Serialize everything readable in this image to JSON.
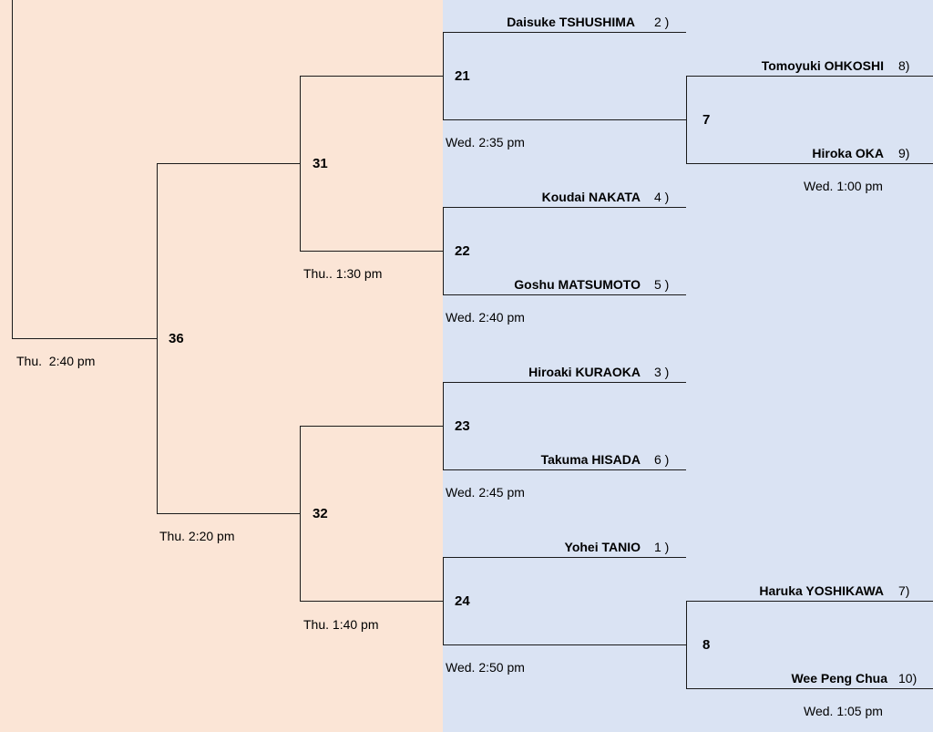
{
  "players": {
    "p1": {
      "name": "Daisuke TSHUSHIMA",
      "seed": "2 )"
    },
    "p2": {
      "name": "Tomoyuki OHKOSHI",
      "seed": "8)"
    },
    "p3": {
      "name": "Hiroka OKA",
      "seed": "9)"
    },
    "p4": {
      "name": "Koudai NAKATA",
      "seed": "4 )"
    },
    "p5": {
      "name": "Goshu MATSUMOTO",
      "seed": "5 )"
    },
    "p6": {
      "name": "Hiroaki KURAOKA",
      "seed": "3 )"
    },
    "p7": {
      "name": "Takuma HISADA",
      "seed": "6 )"
    },
    "p8": {
      "name": "Yohei TANIO",
      "seed": "1 )"
    },
    "p9": {
      "name": "Haruka YOSHIKAWA",
      "seed": "7)"
    },
    "p10": {
      "name": "Wee Peng Chua",
      "seed": "10)"
    }
  },
  "matches": {
    "m7": {
      "number": "7",
      "time": "Wed. 1:00 pm"
    },
    "m8": {
      "number": "8",
      "time": "Wed. 1:05 pm"
    },
    "m21": {
      "number": "21",
      "time": "Wed. 2:35 pm"
    },
    "m22": {
      "number": "22",
      "time": "Wed. 2:40 pm"
    },
    "m23": {
      "number": "23",
      "time": "Wed. 2:45 pm"
    },
    "m24": {
      "number": "24",
      "time": "Wed. 2:50 pm"
    },
    "m31": {
      "number": "31",
      "time": "Thu.. 1:30 pm"
    },
    "m32": {
      "number": "32",
      "time": "Thu. 1:40 pm"
    },
    "m36": {
      "number": "36",
      "time": "Thu. 2:20 pm"
    },
    "final": {
      "time": "Thu.  2:40 pm"
    }
  },
  "colors": {
    "left_panel": "#fbe5d6",
    "right_panel": "#dae3f3",
    "lines": "#1a1a1a"
  }
}
